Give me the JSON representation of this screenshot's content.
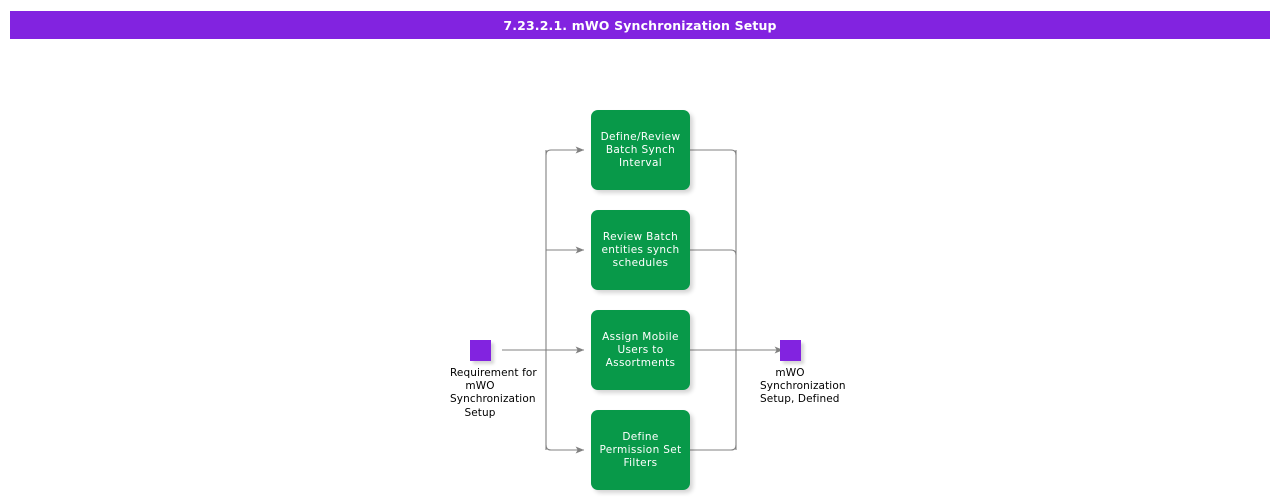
{
  "header": {
    "title": "7.23.2.1. mWO Synchronization Setup",
    "background_color": "#8223e0",
    "text_color": "#ffffff"
  },
  "diagram": {
    "type": "process-flow",
    "colors": {
      "process_fill": "#089949",
      "process_text": "#ffffff",
      "event_fill": "#8223e0",
      "connector": "#808080",
      "canvas": "#ffffff"
    },
    "start_event": {
      "name": "requirement-for-mwo-synchronization-setup",
      "label_lines": [
        "Requirement for",
        "mWO",
        "Synchronization",
        "Setup"
      ],
      "shape": "square",
      "color": "#8223e0"
    },
    "end_event": {
      "name": "mwo-synchronization-setup-defined",
      "label_lines": [
        "mWO",
        "Synchronization",
        "Setup, Defined"
      ],
      "shape": "square",
      "color": "#8223e0"
    },
    "processes": [
      {
        "id": "define-review-batch-synch-interval",
        "label_lines": [
          "Define/Review",
          "Batch Synch",
          "Interval"
        ],
        "order": 1
      },
      {
        "id": "review-batch-entities-synch-schedules",
        "label_lines": [
          "Review Batch",
          "entities synch",
          "schedules"
        ],
        "order": 2
      },
      {
        "id": "assign-mobile-users-to-assortments",
        "label_lines": [
          "Assign Mobile",
          "Users to",
          "Assortments"
        ],
        "order": 3
      },
      {
        "id": "define-permission-set-filters",
        "label_lines": [
          "Define",
          "Permission Set",
          "Filters"
        ],
        "order": 4
      }
    ]
  }
}
